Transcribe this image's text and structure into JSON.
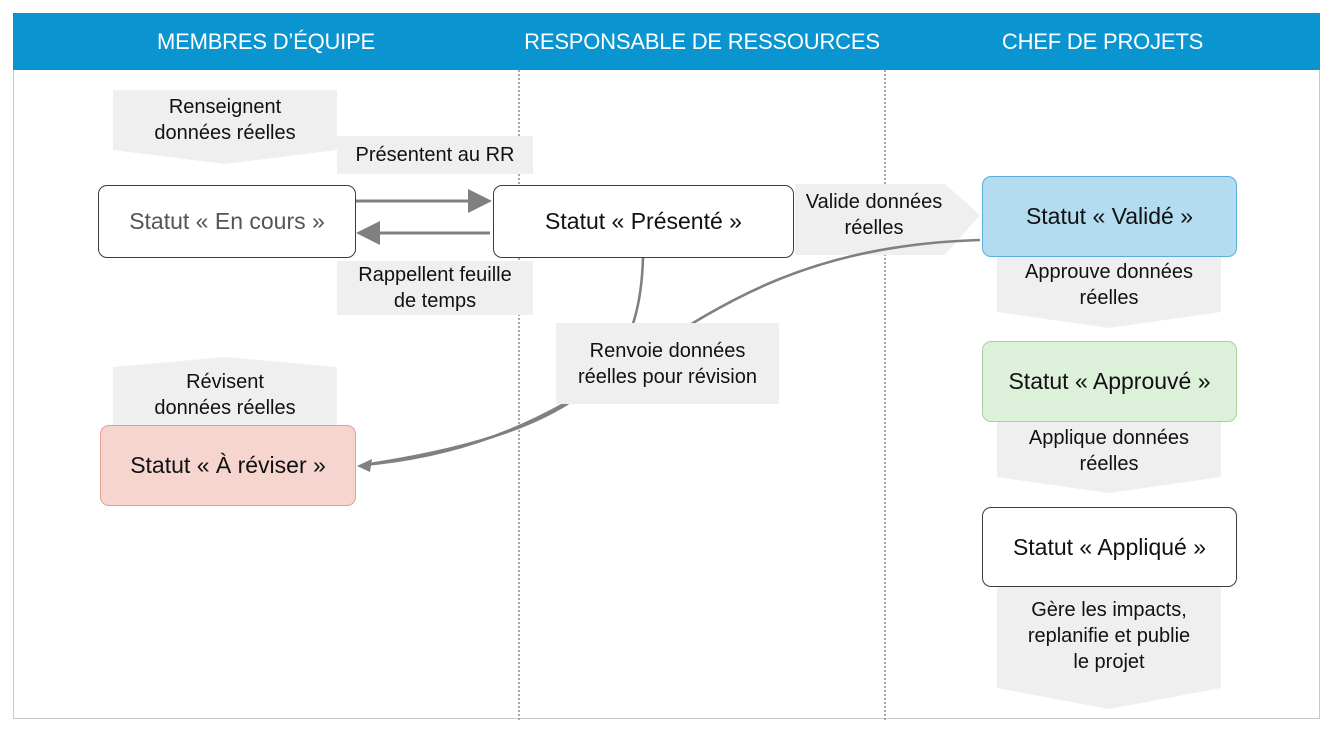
{
  "header": {
    "lanes": [
      {
        "label": "MEMBRES D’ÉQUIPE"
      },
      {
        "label": "RESPONSABLE DE RESSOURCES"
      },
      {
        "label": "CHEF DE PROJETS"
      }
    ],
    "color": "#0a95d0"
  },
  "statuses": {
    "en_cours": "Statut « En cours »",
    "presente": "Statut « Présenté »",
    "valide": "Statut « Validé »",
    "a_reviser": "Statut « À réviser »",
    "approuve": "Statut « Approuvé »",
    "applique": "Statut « Appliqué »"
  },
  "colors": {
    "valide_fill": "#b3dcf1",
    "valide_border": "#5aaedd",
    "a_reviser_fill": "#f6d5cf",
    "a_reviser_border": "#e39f92",
    "approuve_fill": "#ddf0da",
    "approuve_border": "#a6d39b",
    "arrow": "#808080",
    "band": "#efefef"
  },
  "steps": {
    "renseignent": [
      "Renseignent",
      "données réelles"
    ],
    "presentent": [
      "Présentent au RR"
    ],
    "rappellent": [
      "Rappellent feuille",
      "de temps"
    ],
    "valide_donnees": [
      "Valide données",
      "réelles"
    ],
    "revisent": [
      "Révisent",
      "données réelles"
    ],
    "renvoie": [
      "Renvoie données",
      "réelles pour révision"
    ],
    "approuve_donnees": [
      "Approuve données",
      "réelles"
    ],
    "applique_donnees": [
      "Applique données",
      "réelles"
    ],
    "gere": [
      "Gère les impacts,",
      "replanifie et publie",
      "le projet"
    ]
  }
}
